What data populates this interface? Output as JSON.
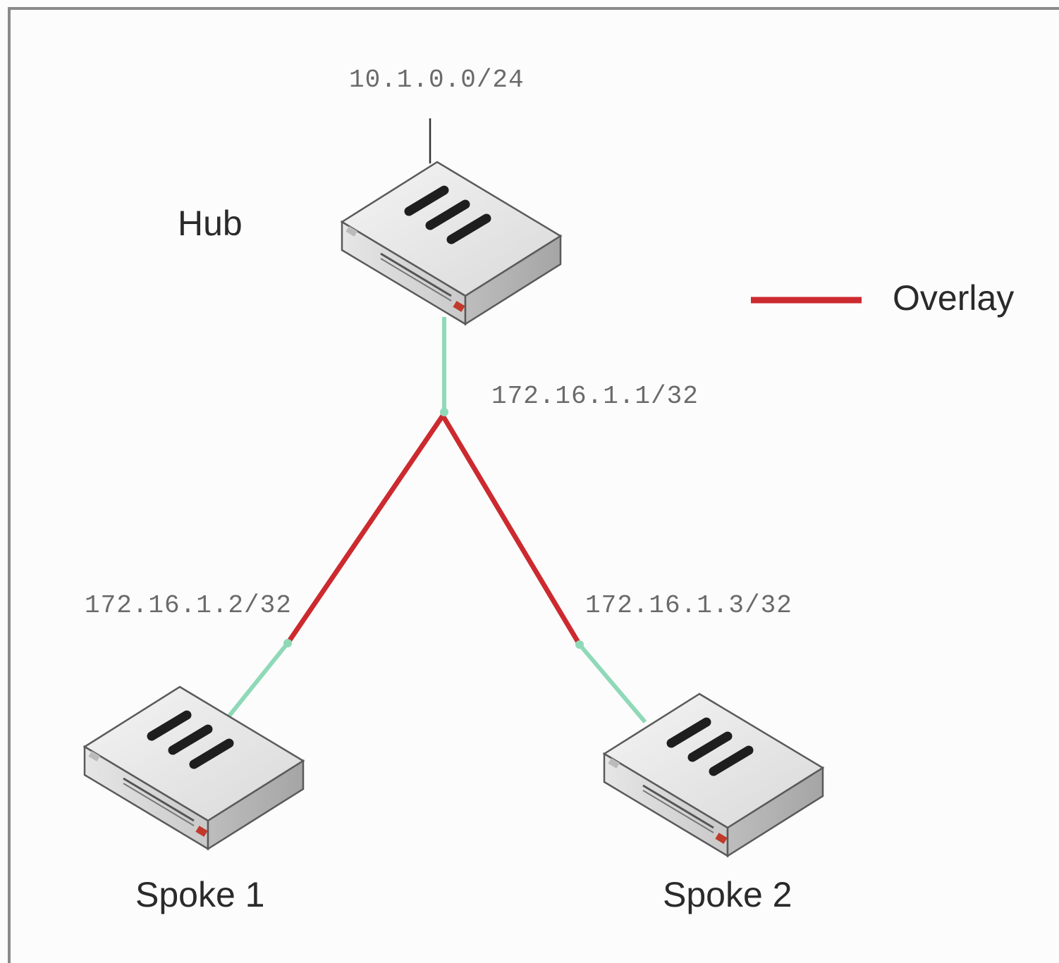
{
  "labels": {
    "hub_subnet": "10.1.0.0/24",
    "hub": "Hub",
    "hub_ip": "172.16.1.1/32",
    "spoke1_ip": "172.16.1.2/32",
    "spoke2_ip": "172.16.1.3/32",
    "spoke1": "Spoke 1",
    "spoke2": "Spoke 2"
  },
  "legend": {
    "overlay_label": "Overlay",
    "overlay_color": "#cc2a2f"
  },
  "colors": {
    "underlay_link": "#8fd9b8",
    "overlay_link": "#cc2a2f",
    "frame_border": "#8a8a8a"
  },
  "icons": {
    "device": "firewall-appliance-icon"
  }
}
